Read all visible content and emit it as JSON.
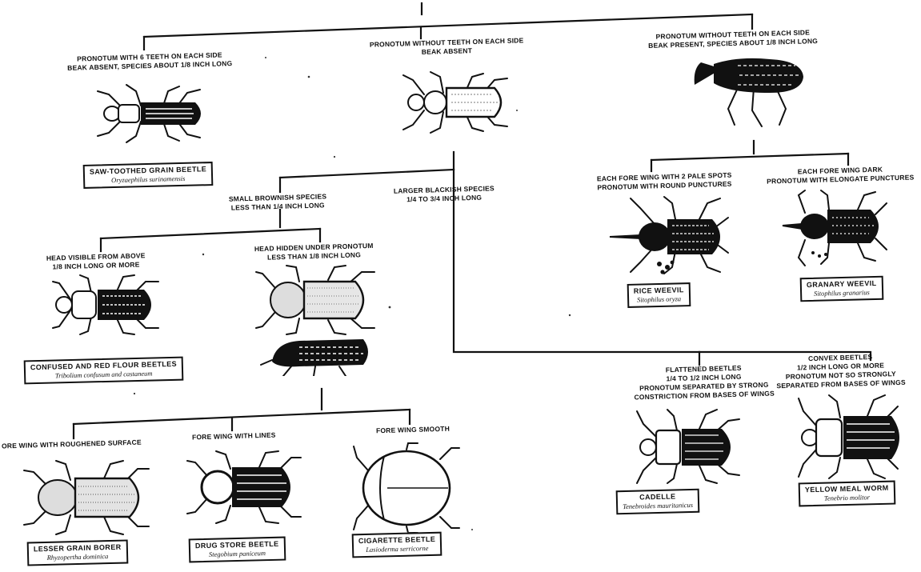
{
  "criteria": {
    "teeth": [
      "Pronotum with 6 teeth on each side",
      "Beak absent, species about 1/8 inch long"
    ],
    "no_teeth_no_beak": [
      "Pronotum without teeth on each side",
      "Beak absent"
    ],
    "no_teeth_beak": [
      "Pronotum without teeth on each side",
      "Beak present, species about 1/8 inch long"
    ],
    "small_brownish": [
      "Small brownish species",
      "less than 1/4 inch long"
    ],
    "larger_blackish": [
      "Larger blackish species",
      "1/4 to 3/4 inch long"
    ],
    "head_visible": [
      "Head visible from above",
      "1/8 inch long or more"
    ],
    "head_hidden": [
      "Head hidden under pronotum",
      "less than 1/8 inch long"
    ],
    "roughened": [
      "ore wing with roughened surface"
    ],
    "lines": [
      "Fore wing with lines"
    ],
    "smooth": [
      "Fore wing smooth"
    ],
    "pale_spots": [
      "Each fore wing with 2 pale spots",
      "Pronotum with round punctures"
    ],
    "dark_wing": [
      "Each fore wing dark",
      "Pronotum with elongate punctures"
    ],
    "flattened": [
      "Flattened beetles",
      "1/4 to 1/2 inch long",
      "Pronotum separated by strong",
      "constriction from bases of wings"
    ],
    "convex": [
      "Convex beetles",
      "1/2 inch long or more",
      "Pronotum not so strongly",
      "separated from bases of wings"
    ]
  },
  "species": {
    "sawtoothed": {
      "common": "Saw-toothed grain beetle",
      "scientific": "Oryzaephilus surinamensis"
    },
    "flour": {
      "common": "Confused and red flour beetles",
      "scientific": "Tribolium confusum and castaneum"
    },
    "lesser_borer": {
      "common": "Lesser grain borer",
      "scientific": "Rhyzopertha dominica"
    },
    "drugstore": {
      "common": "Drug store beetle",
      "scientific": "Stegobium paniceum"
    },
    "cigarette": {
      "common": "Cigarette beetle",
      "scientific": "Lasioderma serricorne"
    },
    "rice_weevil": {
      "common": "Rice weevil",
      "scientific": "Sitophilus oryza"
    },
    "granary_weevil": {
      "common": "Granary weevil",
      "scientific": "Sitophilus granarius"
    },
    "cadelle": {
      "common": "Cadelle",
      "scientific": "Tenebroides mauritanicus"
    },
    "mealworm": {
      "common": "Yellow meal worm",
      "scientific": "Tenebrio molitor"
    }
  }
}
